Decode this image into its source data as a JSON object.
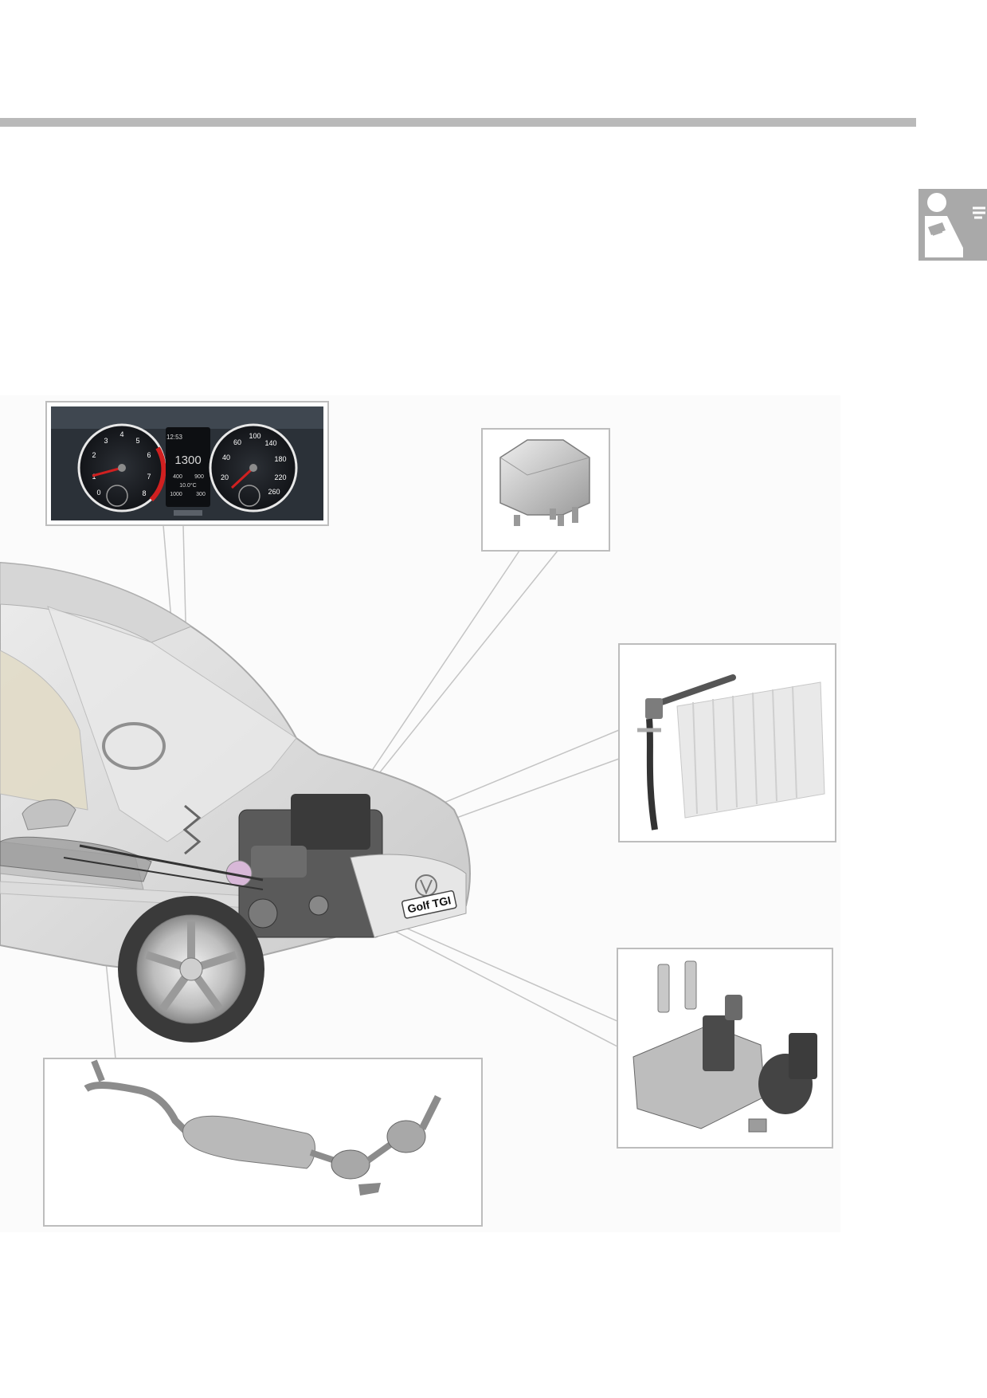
{
  "dashboard": {
    "rpm_ticks": [
      "1",
      "2",
      "3",
      "4",
      "5",
      "6",
      "7",
      "8",
      "0"
    ],
    "speed_ticks": [
      "20",
      "40",
      "60",
      "100",
      "140",
      "180",
      "220",
      "260"
    ],
    "display_time": "12:53",
    "display_rpm": "1300",
    "display_odo_left": "400",
    "display_odo_right": "900",
    "display_temp": "10.0°C",
    "display_bottom_left": "1000",
    "display_bottom_right": "300"
  },
  "car_badge": "Golf TGI",
  "colors": {
    "rule": "#b9b9b9",
    "tab": "#a9a9a9",
    "frame": "#bdbdbd",
    "needle": "#d02020"
  },
  "icons": {
    "side_tab": "person-reading-icon",
    "relay": "relay-icon",
    "fuel_rail": "fuel-rail-icon",
    "valve": "pressure-regulator-icon",
    "exhaust": "exhaust-system-icon"
  }
}
